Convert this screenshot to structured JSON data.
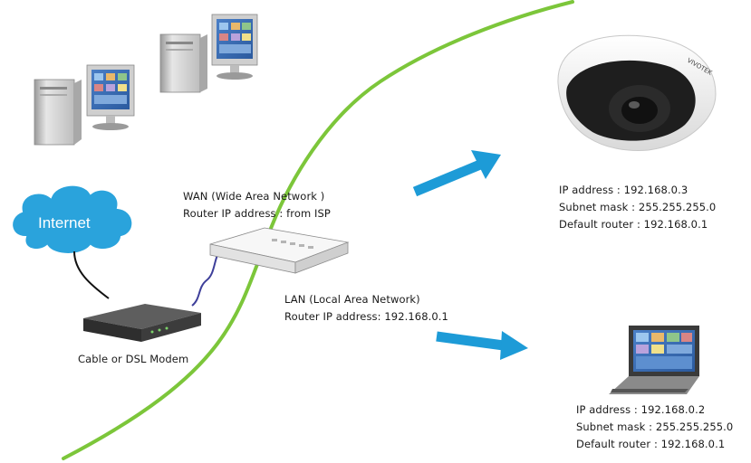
{
  "internet_label": "Internet",
  "modem_label": "Cable or DSL Modem",
  "wan": {
    "title": "WAN (Wide Area Network )",
    "router_ip": "Router IP address : from ISP"
  },
  "lan": {
    "title": "LAN (Local Area Network)",
    "router_ip": "Router IP address: 192.168.0.1"
  },
  "camera": {
    "ip": "IP address : 192.168.0.3",
    "subnet": "Subnet mask : 255.255.255.0",
    "router": "Default router : 192.168.0.1"
  },
  "laptop": {
    "ip": "IP address : 192.168.0.2",
    "subnet": "Subnet mask : 255.255.255.0",
    "router": "Default router : 192.168.0.1"
  },
  "colors": {
    "divider_line": "#7cc63a",
    "arrow": "#1d9bd7",
    "cloud": "#2aa3dc",
    "lan_cable": "#3e3f9a"
  }
}
